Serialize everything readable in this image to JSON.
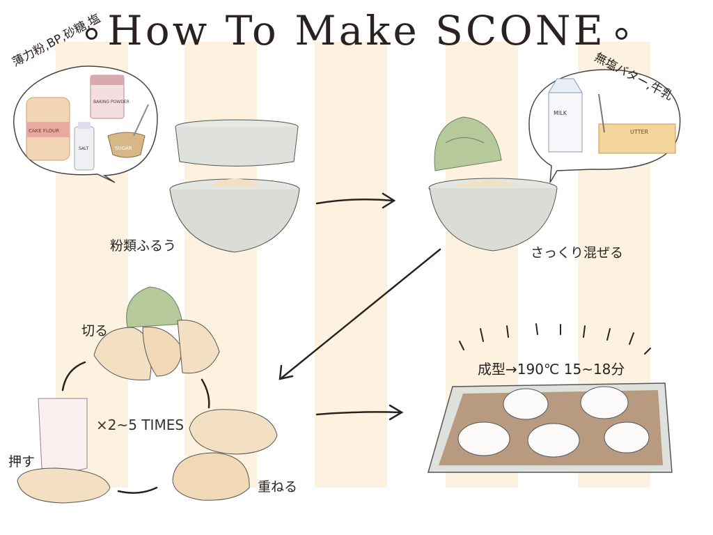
{
  "title": "How To Make SCONE",
  "labels": {
    "ingredients_dry": "薄力粉,BP,砂糖,塩",
    "ingredients_wet": "無塩バター,牛乳",
    "step_sift": "粉類ふるう",
    "step_mix": "さっくり混ぜる",
    "step_cut": "切る",
    "step_press": "押す",
    "step_stack": "重ねる",
    "repeat": "×2~5 TIMES",
    "step_shape_bake": "成型→190℃ 15~18分"
  },
  "package_text": {
    "flour": "CAKE FLOUR",
    "baking_powder": "BAKING POWDER",
    "salt": "SALT",
    "sugar": "SUGAR",
    "milk": "MILK",
    "butter": "UTTER"
  },
  "colors": {
    "stripe": "#fdf2df",
    "bowl": "#d9ddd6",
    "dough": "#f3dfc2",
    "scraper": "#b5c99a",
    "tray": "#b89a80",
    "ink": "#2a2220"
  }
}
